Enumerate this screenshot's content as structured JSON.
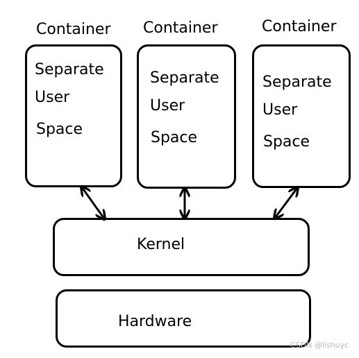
{
  "containers": [
    {
      "title": "Container",
      "lines": [
        "Separate",
        "User",
        "Space"
      ]
    },
    {
      "title": "Container",
      "lines": [
        "Separate",
        "User",
        "Space"
      ]
    },
    {
      "title": "Container",
      "lines": [
        "Separate",
        "User",
        "Space"
      ]
    }
  ],
  "kernel": {
    "label": "Kernel"
  },
  "hardware": {
    "label": "Hardware"
  },
  "watermark": "CSDN @lishuyc"
}
